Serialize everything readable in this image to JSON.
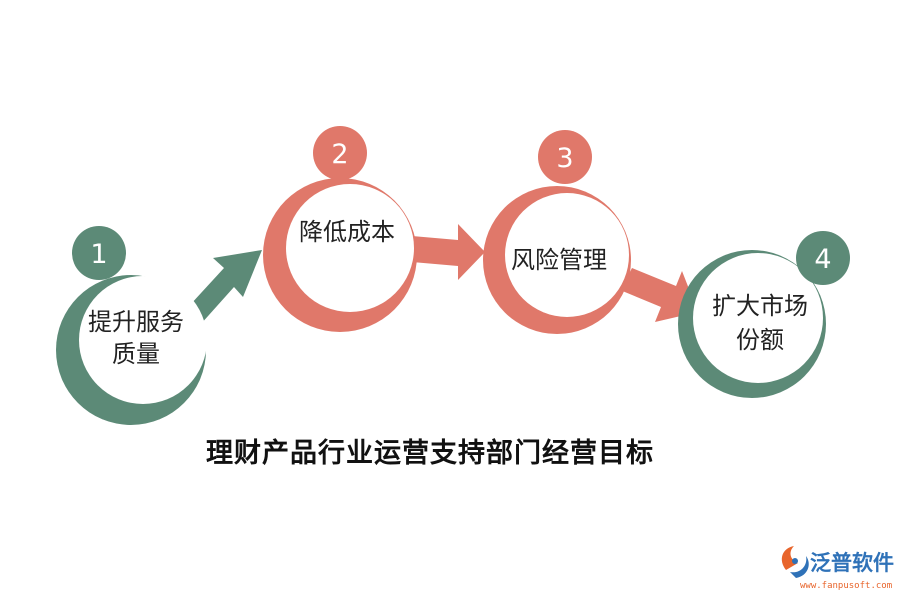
{
  "title": "理财产品行业运营支持部门经营目标",
  "colors": {
    "green": "#5c8a77",
    "coral": "#e0786a",
    "white": "#ffffff"
  },
  "steps": [
    {
      "number": "1",
      "line1": "提升服务",
      "line2": "质量",
      "color": "green"
    },
    {
      "number": "2",
      "line1": "降低成本",
      "line2": "",
      "color": "coral"
    },
    {
      "number": "3",
      "line1": "风险管理",
      "line2": "",
      "color": "coral"
    },
    {
      "number": "4",
      "line1": "扩大市场",
      "line2": "份额",
      "color": "green"
    }
  ],
  "logo": {
    "name": "泛普软件",
    "url": "www.fanpusoft.com",
    "icon": "fanpu-logo-icon"
  }
}
